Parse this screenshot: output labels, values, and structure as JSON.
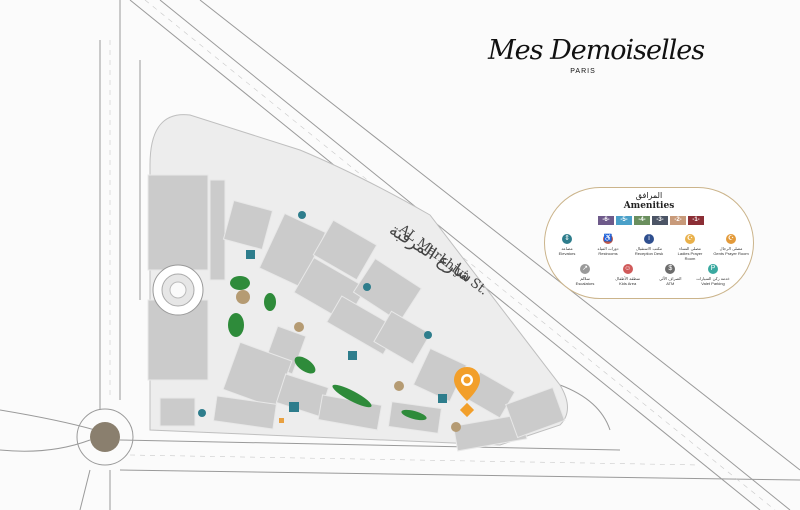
{
  "logo": {
    "brand": "Mes Demoiselles",
    "city": "PARIS"
  },
  "street": {
    "name_ar": "شارع المرقبة",
    "name_en": "AL Markhiya St."
  },
  "amenities": {
    "title_ar": "المرافق",
    "title_en": "Amenities",
    "floors": [
      {
        "label": "-6-",
        "color": "#6e5a8a"
      },
      {
        "label": "-5-",
        "color": "#4aa0c9"
      },
      {
        "label": "-4-",
        "color": "#6a8f5e"
      },
      {
        "label": "-3-",
        "color": "#4c5566"
      },
      {
        "label": "-2-",
        "color": "#c89a7a"
      },
      {
        "label": "-1-",
        "color": "#8b2e35"
      }
    ],
    "row1": [
      {
        "ar": "مصاعد",
        "en": "Elevators",
        "icon": "elevator-icon",
        "glyph": "⇕",
        "color": "#2e7d8c"
      },
      {
        "ar": "دورات المياه",
        "en": "Restrooms",
        "icon": "restroom-icon",
        "glyph": "♿",
        "color": "#c0584a"
      },
      {
        "ar": "مكتب الاستقبال",
        "en": "Reception Desk",
        "icon": "info-icon",
        "glyph": "i",
        "color": "#2f4f8f"
      },
      {
        "ar": "مصلى النساء",
        "en": "Ladies Prayer Room",
        "icon": "ladies-prayer-icon",
        "glyph": "☪",
        "color": "#e9b04a"
      },
      {
        "ar": "مصلى الرجال",
        "en": "Gents Prayer Room",
        "icon": "gents-prayer-icon",
        "glyph": "☪",
        "color": "#e39a3a"
      }
    ],
    "row2": [
      {
        "ar": "سلالم",
        "en": "Escalators",
        "icon": "escalator-icon",
        "glyph": "↗",
        "color": "#9a9a9a"
      },
      {
        "ar": "منطقة الأطفال",
        "en": "Kids Area",
        "icon": "kids-area-icon",
        "glyph": "☺",
        "color": "#d05a5a"
      },
      {
        "ar": "الصراف الآلي",
        "en": "ATM",
        "icon": "atm-icon",
        "glyph": "$",
        "color": "#6c6c6c"
      },
      {
        "ar": "خدمة ركن السيارات",
        "en": "Valet Parking",
        "icon": "valet-parking-icon",
        "glyph": "P",
        "color": "#3aa9a0"
      }
    ]
  },
  "colors": {
    "building": "#cbcbcb",
    "road_line": "#8c8c8c",
    "tree": "#2e8b3a",
    "pin": "#f29f2a",
    "fountain": "#8a7f6e"
  }
}
